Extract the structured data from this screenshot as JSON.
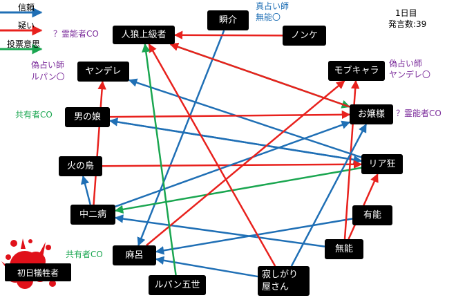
{
  "legend": [
    {
      "label": "信頼",
      "color": "#1f6fb5"
    },
    {
      "label": "疑い",
      "color": "#e8211d"
    },
    {
      "label": "投票意思",
      "color": "#1aa650"
    }
  ],
  "status": {
    "day": "1日目",
    "speech_count": "発言数:39"
  },
  "colors": {
    "trust": "#1f6fb5",
    "suspicion": "#e8211d",
    "vote": "#1aa650",
    "node_bg": "#000000",
    "node_text": "#ffffff",
    "blood": "#e0111a"
  },
  "victim_label": "初日犠牲者",
  "nodes": {
    "jinrou": {
      "label": "人狼上級者"
    },
    "shunsuke": {
      "label": "瞬介"
    },
    "nonke": {
      "label": "ノンケ"
    },
    "yandere": {
      "label": "ヤンデレ"
    },
    "mobukyara": {
      "label": "モブキャラ"
    },
    "otokonoko": {
      "label": "男の娘"
    },
    "ojousama": {
      "label": "お嬢様"
    },
    "hinotori": {
      "label": "火の鳥"
    },
    "riajuu": {
      "label": "リア狂"
    },
    "chuunibyou": {
      "label": "中二病"
    },
    "yuunou": {
      "label": "有能"
    },
    "munou": {
      "label": "無能"
    },
    "maro": {
      "label": "麻呂"
    },
    "samishigari": {
      "label": "寂しがり\n屋さん"
    },
    "lupin": {
      "label": "ルパン五世"
    }
  },
  "annotations": {
    "reinou_q": "？霊能者CO",
    "shin_uranai": "真占い師",
    "munou_o": "無能〇",
    "nise_uranai_1": "偽占い師",
    "lupin_o": "ルパン〇",
    "nise_uranai_2": "偽占い師",
    "yandere_o": "ヤンデレ〇",
    "kyouyuu_1": "共有者CO",
    "reinou_q2": "？霊能者CO",
    "kyouyuu_2": "共有者CO"
  },
  "edges": [
    {
      "type": "trust",
      "from": "shunsuke",
      "to": "maro"
    },
    {
      "type": "suspicion",
      "from": "nonke",
      "to": "jinrou"
    },
    {
      "type": "vote",
      "from": "jinrou",
      "to": "ojousama"
    },
    {
      "type": "suspicion",
      "from": "ojousama",
      "to": "jinrou"
    },
    {
      "type": "trust",
      "from": "riajuu",
      "to": "yandere"
    },
    {
      "type": "suspicion",
      "from": "otokonoko",
      "to": "ojousama"
    },
    {
      "type": "trust",
      "from": "riajuu",
      "to": "otokonoko"
    },
    {
      "type": "trust",
      "from": "otokonoko",
      "to": "riajuu"
    },
    {
      "type": "suspicion",
      "from": "hinotori",
      "to": "riajuu"
    },
    {
      "type": "trust",
      "from": "chuunibyou",
      "to": "hinotori"
    },
    {
      "type": "suspicion",
      "from": "chuunibyou",
      "to": "yandere"
    },
    {
      "type": "vote",
      "from": "riajuu",
      "to": "chuunibyou"
    },
    {
      "type": "trust",
      "from": "chuunibyou",
      "to": "ojousama"
    },
    {
      "type": "trust",
      "from": "munou",
      "to": "chuunibyou"
    },
    {
      "type": "trust",
      "from": "yuunou",
      "to": "maro"
    },
    {
      "type": "suspicion",
      "from": "munou",
      "to": "mobukyara"
    },
    {
      "type": "suspicion",
      "from": "munou",
      "to": "riajuu"
    },
    {
      "type": "suspicion",
      "from": "maro",
      "to": "mobukyara"
    },
    {
      "type": "trust",
      "from": "samishigari",
      "to": "maro"
    },
    {
      "type": "trust",
      "from": "samishigari",
      "to": "ojousama"
    },
    {
      "type": "suspicion",
      "from": "samishigari",
      "to": "jinrou"
    },
    {
      "type": "vote",
      "from": "lupin",
      "to": "jinrou"
    }
  ]
}
